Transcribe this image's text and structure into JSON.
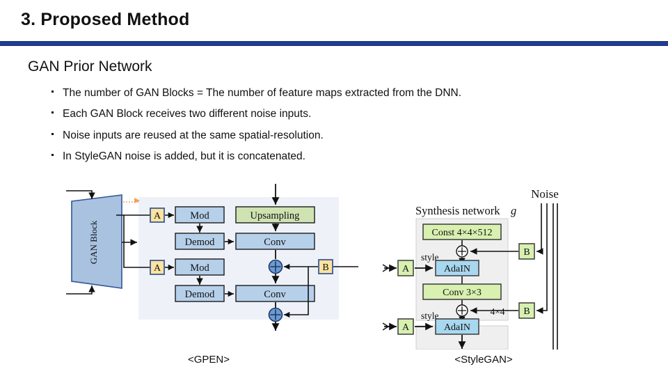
{
  "slide": {
    "title": "3. Proposed Method",
    "section_heading": "GAN Prior Network",
    "accent_color": "#1f3d95"
  },
  "bullets": [
    {
      "text": "The number of GAN Blocks = The number of feature maps extracted from the DNN."
    },
    {
      "text": "Each GAN Block receives two different noise inputs."
    },
    {
      "text": "Noise inputs are reused at the same spatial-resolution."
    },
    {
      "text": "In StyleGAN noise is added, but it is concatenated."
    }
  ],
  "figures": {
    "gpen": {
      "caption": "<GPEN>",
      "panel_color": "#eef2f8",
      "block_label": "GAN Block",
      "block_color": "#a8c2e0",
      "nodes": {
        "a_top": "A",
        "a_bottom": "A",
        "b_right": "B",
        "mod_top": "Mod",
        "demod_top": "Demod",
        "mod_bottom": "Mod",
        "demod_bottom": "Demod",
        "upsampling": "Upsampling",
        "conv_top": "Conv",
        "conv_bottom": "Conv"
      },
      "colors": {
        "blue_box": "#b6d0ea",
        "green_box": "#cfe3b2",
        "yellow_box": "#fbe3a0",
        "box_border": "#1a1a1a",
        "yellow_border": "#3c5a96",
        "plus_fill": "#6b9bd2",
        "marker": "#f0a060"
      }
    },
    "stylegan": {
      "caption": "<StyleGAN>",
      "network_label": "Synthesis network",
      "network_label_italic": "g",
      "noise_label": "Noise",
      "resolution_label": "4×4",
      "nodes": {
        "const": "Const 4×4×512",
        "adain_top": "AdaIN",
        "conv": "Conv 3×3",
        "adain_bottom": "AdaIN",
        "a_top": "A",
        "a_bottom": "A",
        "b_top": "B",
        "b_bottom": "B",
        "style_top": "style",
        "style_bottom": "style"
      },
      "colors": {
        "green_box": "#d8f0b0",
        "blue_box": "#a8d8f0",
        "panel": "#efefef",
        "box_border": "#3a3a3a"
      }
    }
  }
}
